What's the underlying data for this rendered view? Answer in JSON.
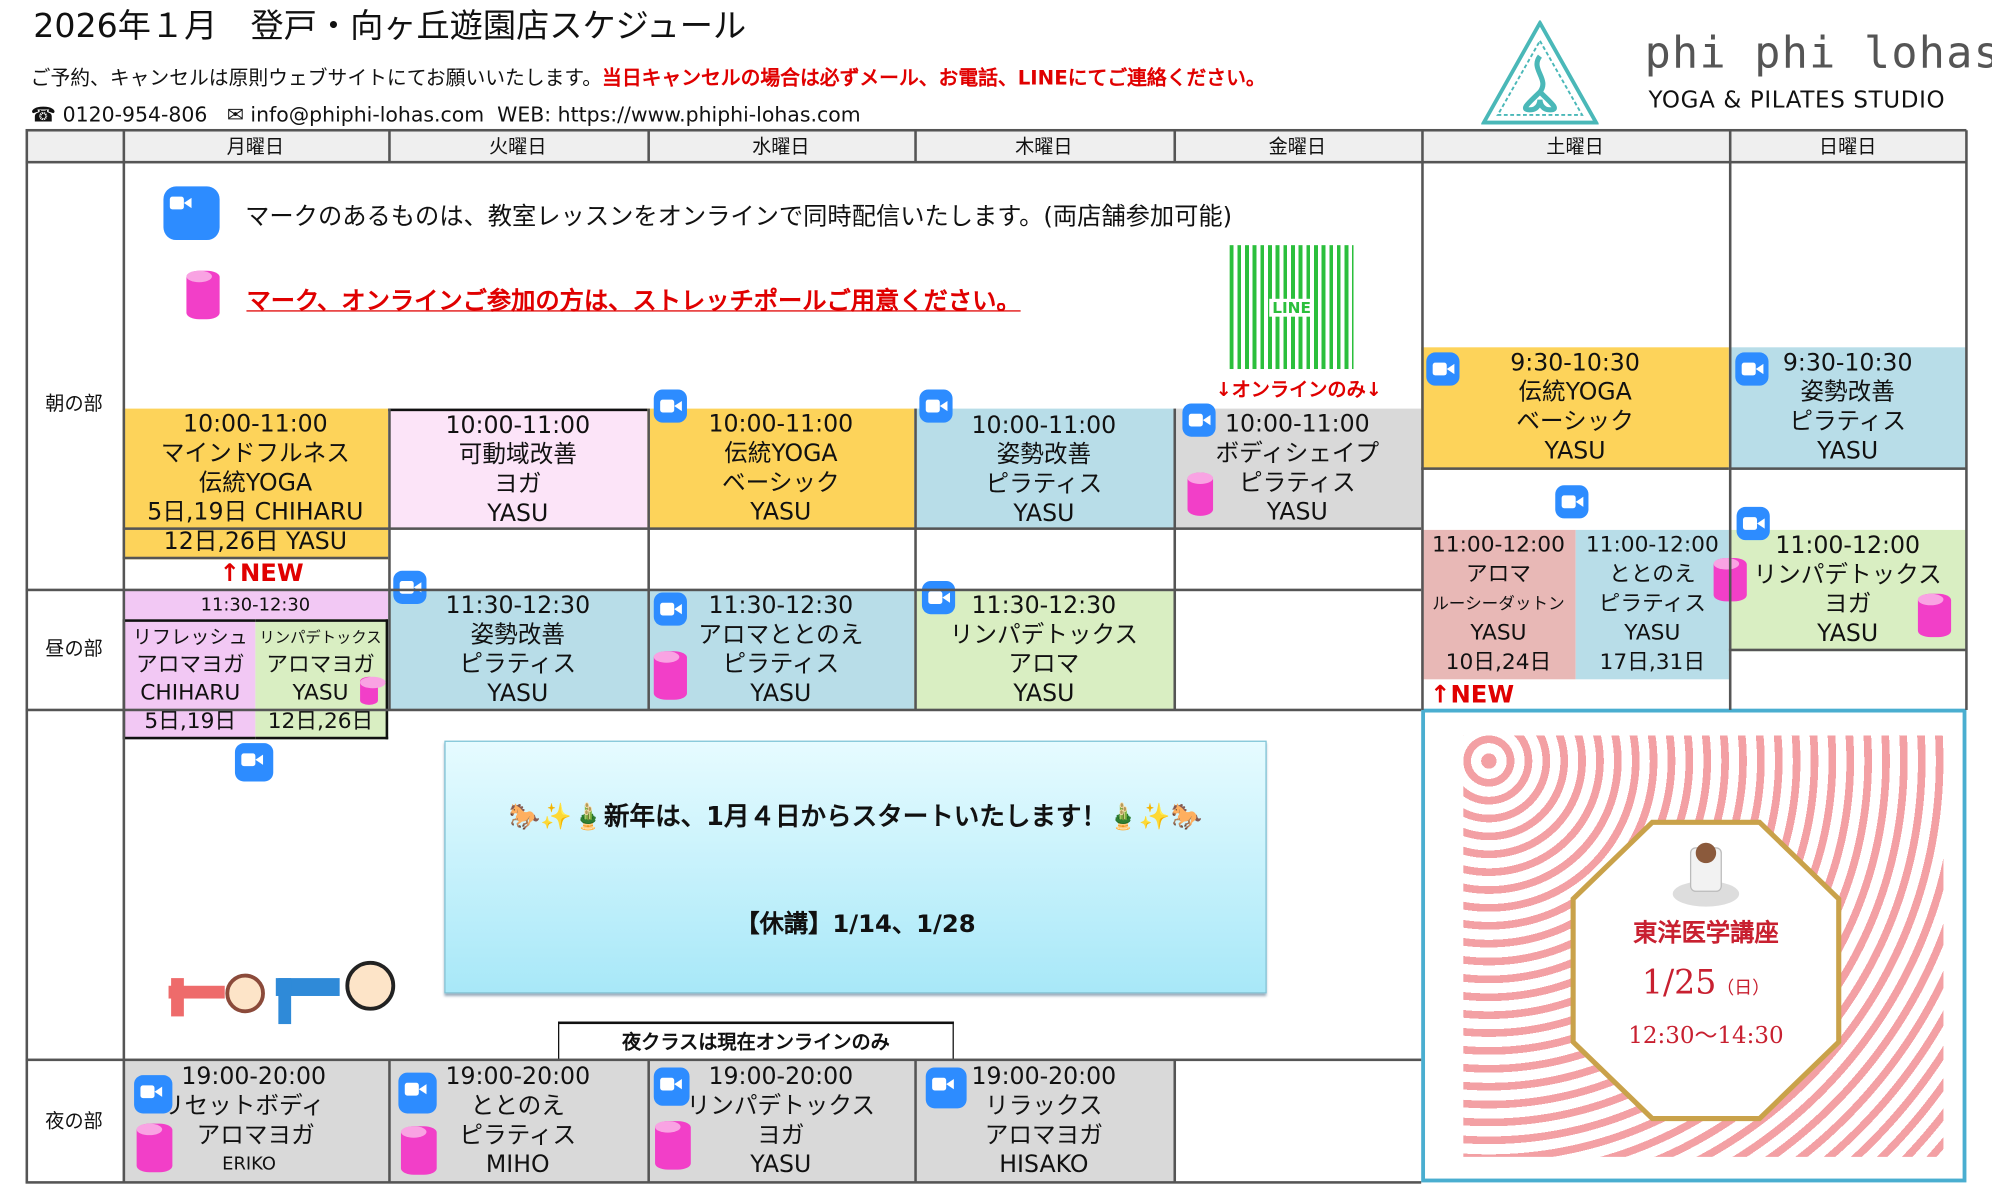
{
  "header": {
    "title": "2026年１月　登戸・向ヶ丘遊園店スケジュール",
    "notice": "ご予約、キャンセルは原則ウェブサイトにてお願いいたします。",
    "notice_red": "当日キャンセルの場合は必ずメール、お電話、LINEにてご連絡ください。",
    "phone": "☎ 0120-954-806",
    "email": "✉ info@phiphi-lohas.com",
    "web": "WEB: https://www.phiphi-lohas.com",
    "logo_name": "phi phi lohas",
    "logo_sub": "YOGA & PILATES STUDIO"
  },
  "days": [
    "月曜日",
    "火曜日",
    "水曜日",
    "木曜日",
    "金曜日",
    "土曜日",
    "日曜日"
  ],
  "rows": [
    "朝の部",
    "昼の部",
    "夜の部"
  ],
  "notes": {
    "online": "マークのあるものは、教室レッスンをオンラインで同時配信いたします。(両店舗参加可能)",
    "pole": "マーク、オンラインご参加の方は、ストレッチポールご用意ください。",
    "qr_label": "LINE",
    "online_only": "↓オンラインのみ↓",
    "new": "↑NEW",
    "night_online": "夜クラスは現在オンラインのみ"
  },
  "morning": {
    "mon": [
      "10:00-11:00",
      "マインドフルネス",
      "伝統YOGA",
      "5日,19日 CHIHARU",
      "12日,26日 YASU"
    ],
    "tue": [
      "10:00-11:00",
      "可動域改善",
      "ヨガ",
      "YASU"
    ],
    "wed": [
      "10:00-11:00",
      "伝統YOGA",
      "ベーシック",
      "YASU"
    ],
    "thu": [
      "10:00-11:00",
      "姿勢改善",
      "ピラティス",
      "YASU"
    ],
    "fri": [
      "10:00-11:00",
      "ボディシェイプ",
      "ピラティス",
      "YASU"
    ],
    "sat": [
      "9:30-10:30",
      "伝統YOGA",
      "ベーシック",
      "YASU"
    ],
    "sun": [
      "9:30-10:30",
      "姿勢改善",
      "ピラティス",
      "YASU"
    ],
    "sat2a": [
      "11:00-12:00",
      "アロマ",
      "ルーシーダットン",
      "YASU",
      "10日,24日"
    ],
    "sat2b": [
      "11:00-12:00",
      "ととのえ",
      "ピラティス",
      "YASU",
      "17日,31日"
    ],
    "sun2": [
      "11:00-12:00",
      "リンパデトックス",
      "ヨガ",
      "YASU"
    ]
  },
  "noon": {
    "mon_time": "11:30-12:30",
    "mon_a": [
      "リフレッシュ",
      "アロマヨガ",
      "CHIHARU",
      "5日,19日"
    ],
    "mon_b": [
      "リンパデトックス",
      "アロマヨガ",
      "YASU",
      "12日,26日"
    ],
    "tue": [
      "11:30-12:30",
      "姿勢改善",
      "ピラティス",
      "YASU"
    ],
    "wed": [
      "11:30-12:30",
      "アロマととのえ",
      "ピラティス",
      "YASU"
    ],
    "thu": [
      "11:30-12:30",
      "リンパデトックス",
      "アロマ",
      "YASU"
    ]
  },
  "announcement": {
    "line1": "🐎✨🎍新年は、1月４日からスタートいたします！🎍✨🐎",
    "line2": "【休講】1/14、1/28"
  },
  "event": {
    "title": "東洋医学講座",
    "date": "1/25",
    "dow": "（日）",
    "time": "12:30〜14:30"
  },
  "night": {
    "mon": [
      "19:00-20:00",
      "リセットボディ",
      "アロマヨガ",
      "ERIKO"
    ],
    "tue": [
      "19:00-20:00",
      "ととのえ",
      "ピラティス",
      "MIHO"
    ],
    "wed": [
      "19:00-20:00",
      "リンパデトックス",
      "ヨガ",
      "YASU"
    ],
    "thu": [
      "19:00-20:00",
      "リラックス",
      "アロマヨガ",
      "HISAKO"
    ]
  },
  "colors": {
    "yellow": "#fdd35a",
    "pink": "#fce4f8",
    "blue": "#b8dde8",
    "gray": "#d9d9d9",
    "green": "#d9eec2",
    "zoom": "#2d8cff",
    "pole": "#f23fc8",
    "accent_red": "#e00000",
    "teal": "#4ab8b8"
  }
}
